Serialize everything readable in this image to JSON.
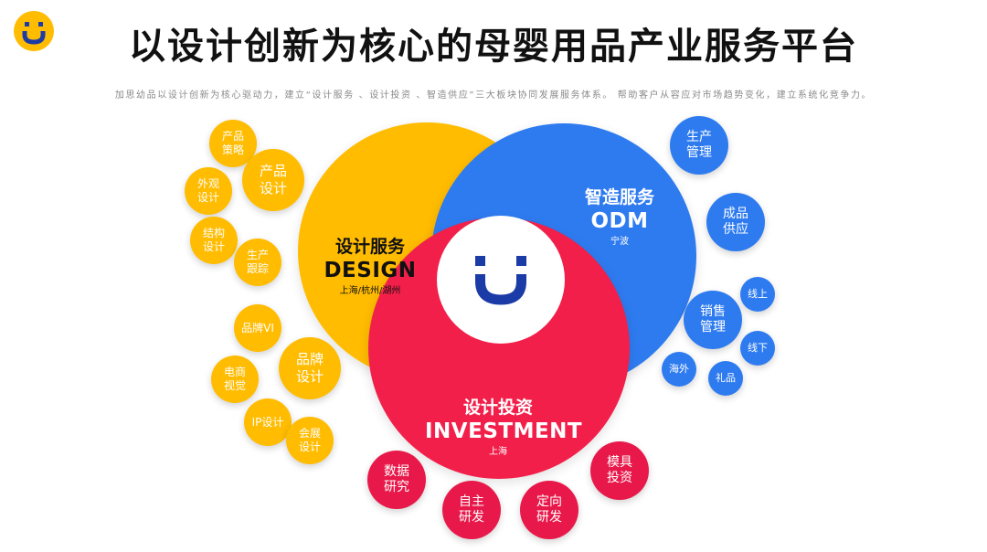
{
  "header": {
    "title": "以设计创新为核心的母婴用品产业服务平台",
    "subtitle": "加思幼品以设计创新为核心驱动力，建立“设计服务 、设计投资 、智造供应”三大板块协同发展服务体系。 帮助客户从容应对市场趋势变化，建立系统化竞争力。"
  },
  "colors": {
    "yellow": "#FFBC00",
    "blue": "#2E7BF0",
    "red": "#F21F4A",
    "navy": "#1B3BA6"
  },
  "design": {
    "cn": "设计服务",
    "en": "DESIGN",
    "loc": "上海/杭州/湖州"
  },
  "odm": {
    "cn": "智造服务",
    "en": "ODM",
    "loc": "宁波"
  },
  "investment": {
    "cn": "设计投资",
    "en": "INVESTMENT",
    "loc": "上海"
  },
  "yellow_items": [
    {
      "l1": "产品",
      "l2": "策略"
    },
    {
      "l1": "产品",
      "l2": "设计"
    },
    {
      "l1": "外观",
      "l2": "设计"
    },
    {
      "l1": "结构",
      "l2": "设计"
    },
    {
      "l1": "生产",
      "l2": "跟踪"
    },
    {
      "l1": "品牌VI",
      "l2": ""
    },
    {
      "l1": "品牌",
      "l2": "设计"
    },
    {
      "l1": "电商",
      "l2": "视觉"
    },
    {
      "l1": "IP设计",
      "l2": ""
    },
    {
      "l1": "会展",
      "l2": "设计"
    }
  ],
  "blue_items": [
    {
      "l1": "生产",
      "l2": "管理"
    },
    {
      "l1": "成品",
      "l2": "供应"
    },
    {
      "l1": "销售",
      "l2": "管理"
    },
    {
      "l1": "线上",
      "l2": ""
    },
    {
      "l1": "线下",
      "l2": ""
    },
    {
      "l1": "海外",
      "l2": ""
    },
    {
      "l1": "礼品",
      "l2": ""
    }
  ],
  "red_items": [
    {
      "l1": "数据",
      "l2": "研究"
    },
    {
      "l1": "自主",
      "l2": "研发"
    },
    {
      "l1": "定向",
      "l2": "研发"
    },
    {
      "l1": "模具",
      "l2": "投资"
    }
  ]
}
